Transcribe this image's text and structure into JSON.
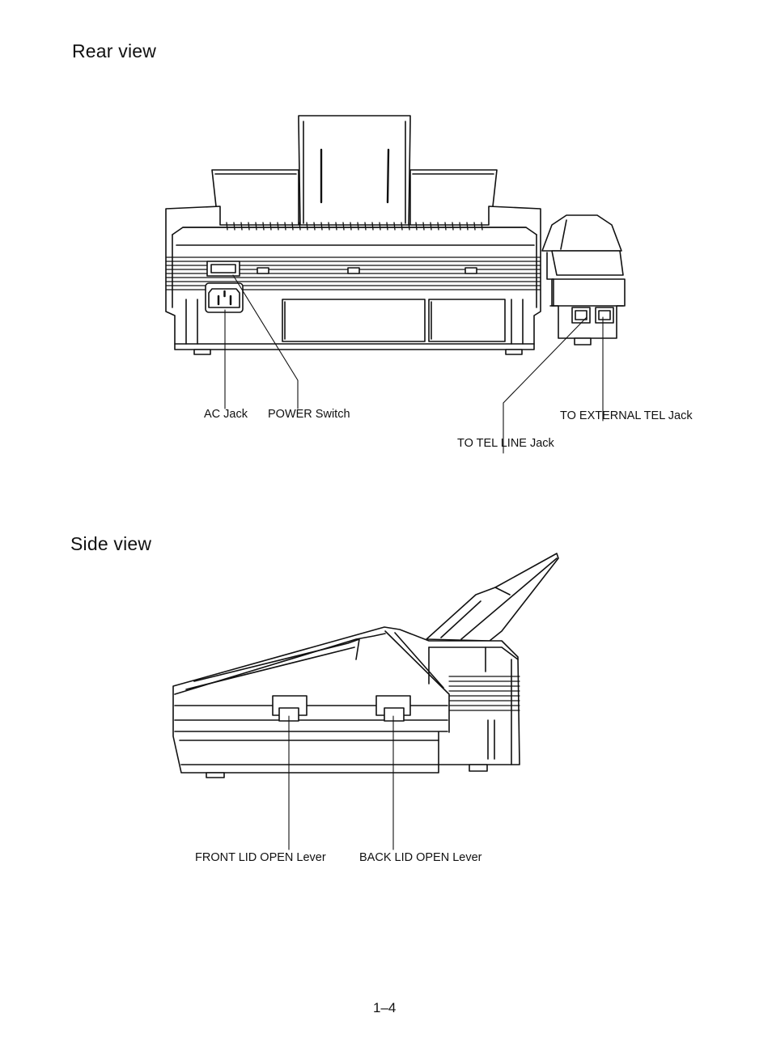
{
  "rear": {
    "heading": "Rear view",
    "labels": {
      "ac_jack": "AC Jack",
      "power_switch": "POWER Switch",
      "to_external_tel_jack": "TO EXTERNAL TEL Jack",
      "to_tel_line_jack": "TO TEL LINE Jack"
    }
  },
  "side": {
    "heading": "Side view",
    "labels": {
      "front_lid_open_lever": "FRONT LID OPEN Lever",
      "back_lid_open_lever": "BACK LID OPEN Lever"
    }
  },
  "page_number": "1–4"
}
